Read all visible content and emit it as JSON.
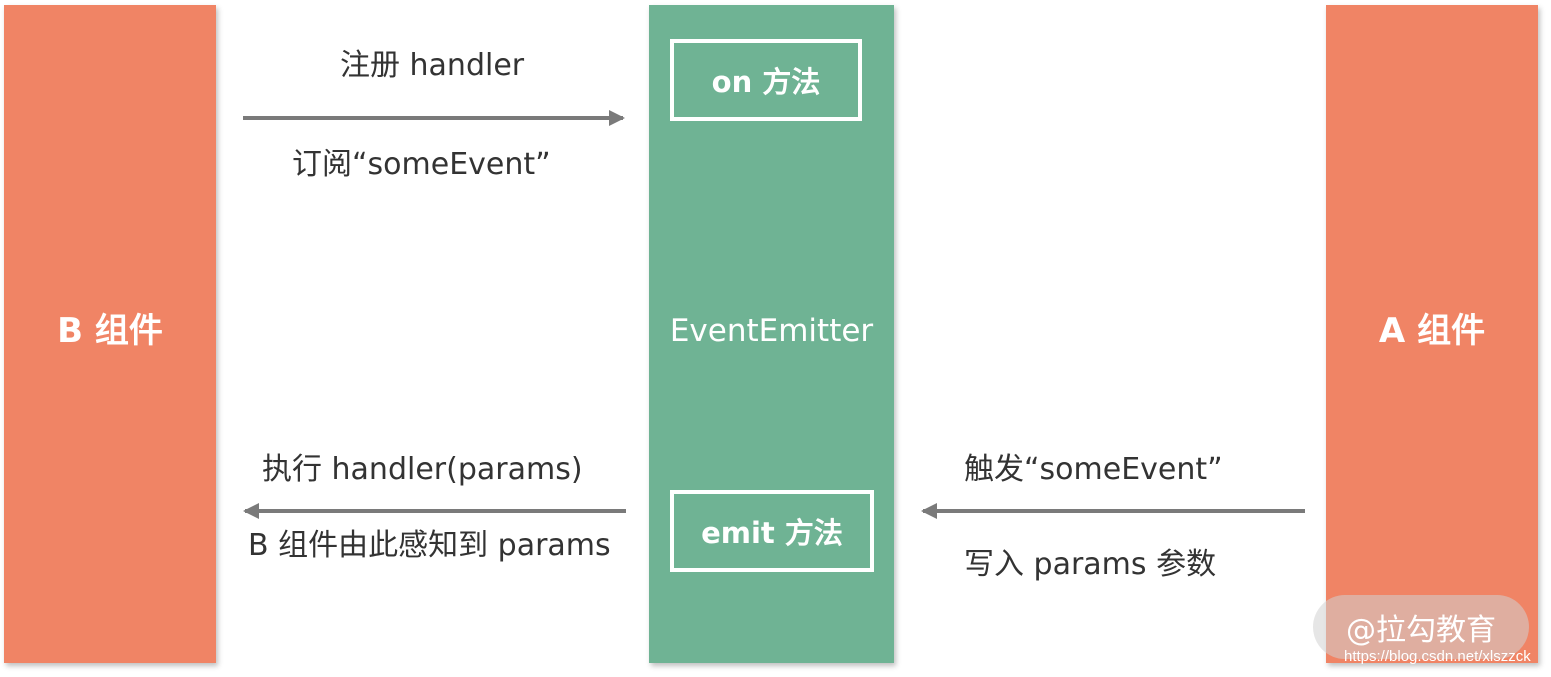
{
  "components": {
    "b_label": "B 组件",
    "a_label": "A 组件",
    "emitter_label": "EventEmitter"
  },
  "methods": {
    "on": "on 方法",
    "emit": "emit 方法"
  },
  "top_flow": {
    "above": "注册 handler",
    "below": "订阅“someEvent”"
  },
  "bottom_left_flow": {
    "above": "执行 handler(params)",
    "below": "B 组件由此感知到 params"
  },
  "bottom_right_flow": {
    "above": "触发“someEvent”",
    "below": "写入 params 参数"
  },
  "watermark": {
    "text": "@拉勾教育",
    "url": "https://blog.csdn.net/xlszzck"
  },
  "colors": {
    "component": "#f08465",
    "emitter": "#6fb394",
    "arrow": "#7a7a7a"
  }
}
